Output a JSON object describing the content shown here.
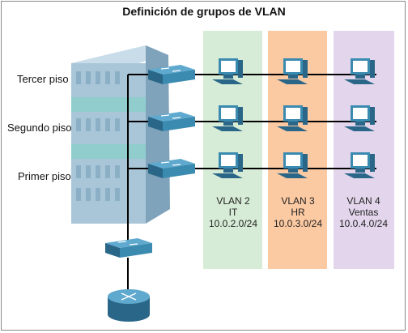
{
  "title": "Definición de grupos de VLAN",
  "floors": [
    "Tercer piso",
    "Segundo piso",
    "Primer piso"
  ],
  "vlans": [
    {
      "name": "VLAN 2",
      "dept": "IT",
      "subnet": "10.0.2.0/24",
      "color": "#d7ecd6"
    },
    {
      "name": "VLAN 3",
      "dept": "HR",
      "subnet": "10.0.3.0/24",
      "color": "#fbc9a2"
    },
    {
      "name": "VLAN 4",
      "dept": "Ventas",
      "subnet": "10.0.4.0/24",
      "color": "#e3d6ec"
    }
  ],
  "colors": {
    "device": "#3b8ab0",
    "device_dark": "#2a6688",
    "building": "#a9c6d8",
    "link": "#000000"
  }
}
